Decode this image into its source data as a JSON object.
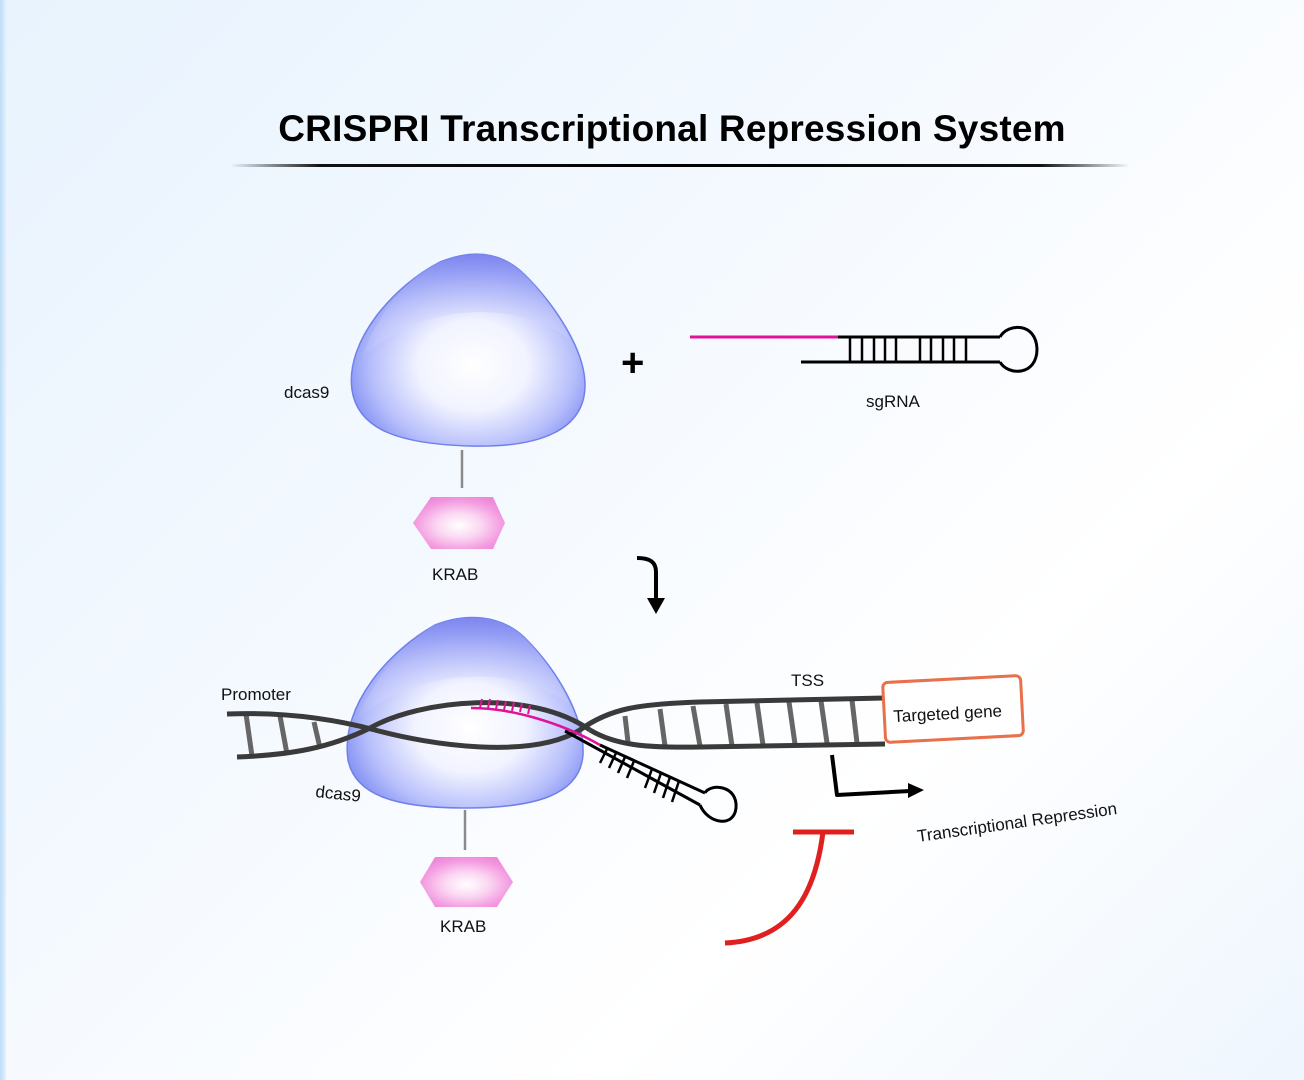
{
  "title": "CRISPRI Transcriptional Repression System",
  "colors": {
    "dcas9_blue": "#6f7ff0",
    "krab_pink": "#f08ad8",
    "sgrna_guide_magenta": "#e0129a",
    "dna_gray": "#555555",
    "targeted_gene_border": "#e8704a",
    "repression_red": "#e01f1f",
    "arrow_black": "#000000"
  },
  "top_panel": {
    "protein_label": "dcas9",
    "effector_label": "KRAB",
    "plus_symbol": "+",
    "sgrna_label": "sgRNA"
  },
  "bottom_panel": {
    "promoter_label": "Promoter",
    "protein_label": "dcas9",
    "effector_label": "KRAB",
    "tss_label": "TSS",
    "gene_label": "Targeted gene",
    "outcome_label": "Transcriptional Repression"
  }
}
